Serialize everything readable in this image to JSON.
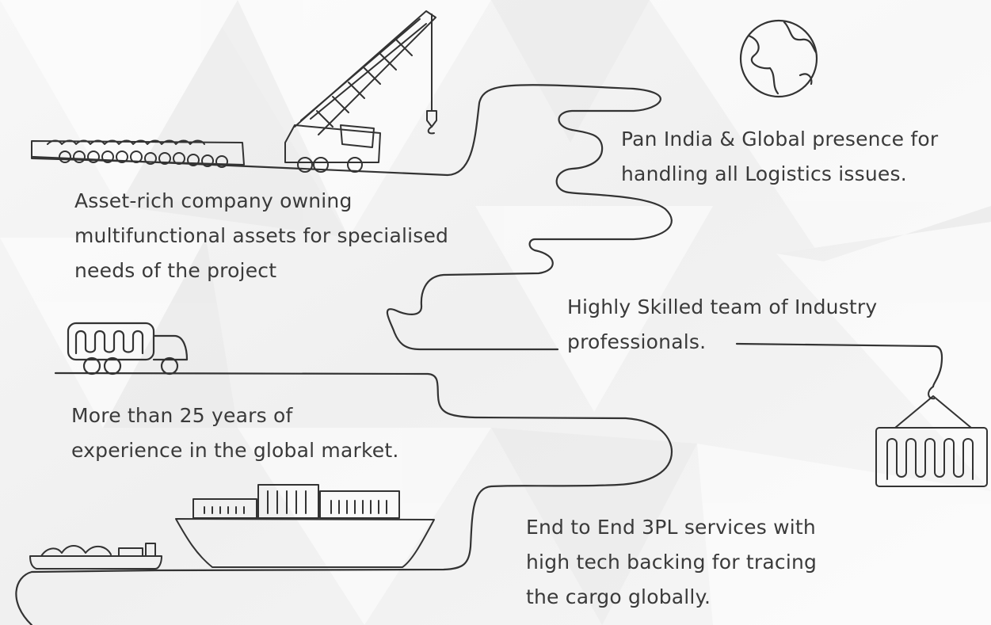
{
  "features": [
    {
      "id": "assets",
      "lines": [
        "Asset-rich company owning",
        "multifunctional assets for specialised",
        "needs of the project"
      ]
    },
    {
      "id": "global",
      "lines": [
        "Pan India & Global presence for",
        "handling all Logistics issues."
      ]
    },
    {
      "id": "team",
      "lines": [
        "Highly Skilled team of Industry",
        "professionals."
      ]
    },
    {
      "id": "experience",
      "lines": [
        "More than 25 years of",
        "experience in the global market."
      ]
    },
    {
      "id": "3pl",
      "lines": [
        "End to End 3PL services with",
        "high tech backing for tracing",
        "the cargo globally."
      ]
    }
  ],
  "colors": {
    "line": "#333333",
    "text": "#3a3a3a",
    "background_light": "#f2f2f2"
  },
  "icons": [
    "globe-icon",
    "crane-truck-icon",
    "trailer-icon",
    "truck-icon",
    "container-hook-icon",
    "cargo-ship-icon",
    "barge-icon"
  ]
}
